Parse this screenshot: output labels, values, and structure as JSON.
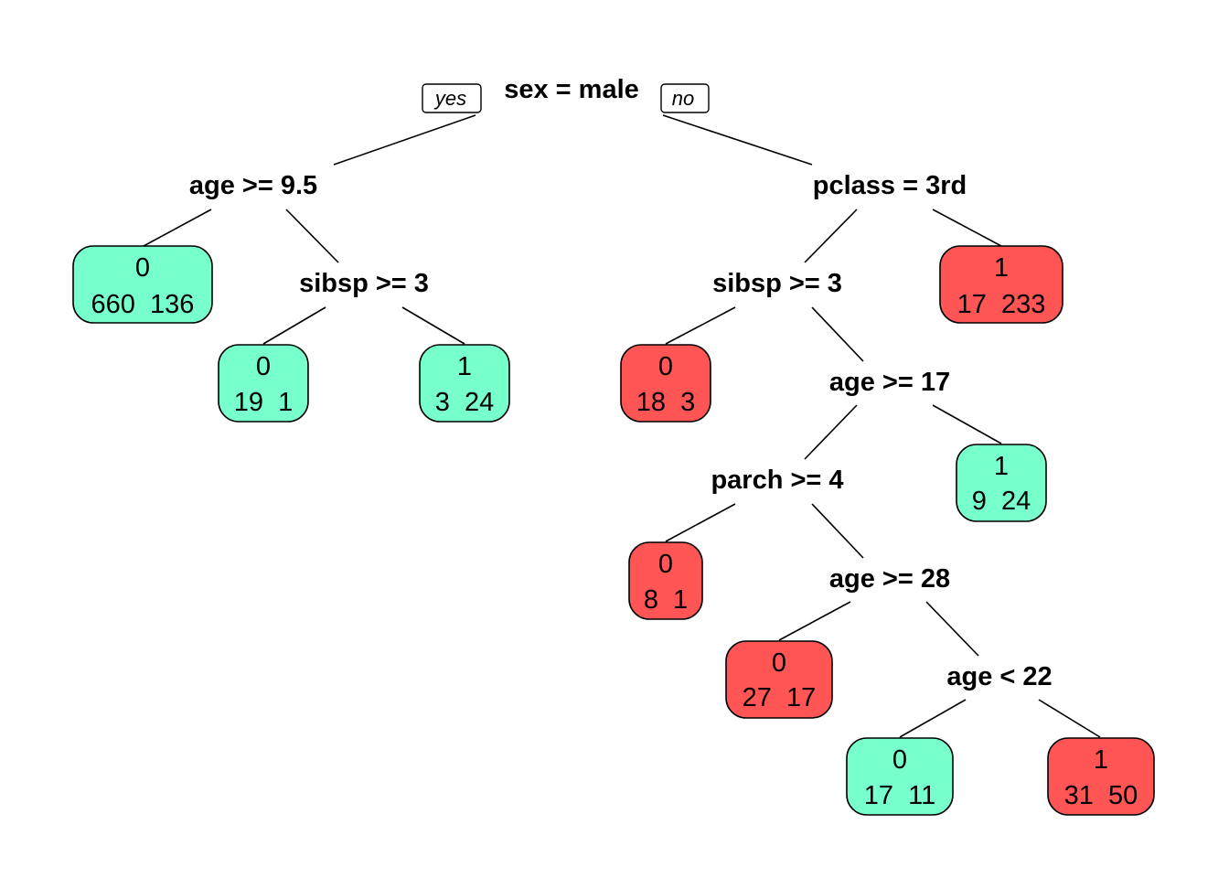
{
  "colors": {
    "class0": "#77FFCC",
    "class1": "#FF5555"
  },
  "edge_labels": {
    "yes": "yes",
    "no": "no"
  },
  "splits": [
    {
      "id": "sex",
      "label": "sex = male"
    },
    {
      "id": "age1",
      "label": "age >= 9.5"
    },
    {
      "id": "pclass",
      "label": "pclass = 3rd"
    },
    {
      "id": "sibsp1",
      "label": "sibsp >= 3"
    },
    {
      "id": "sibsp2",
      "label": "sibsp >= 3"
    },
    {
      "id": "age2",
      "label": "age >= 17"
    },
    {
      "id": "parch",
      "label": "parch >= 4"
    },
    {
      "id": "age3",
      "label": "age >= 28"
    },
    {
      "id": "age4",
      "label": "age < 22"
    }
  ],
  "leaves": [
    {
      "id": "L1",
      "class": "0",
      "counts": "660  136",
      "color_class": "class0"
    },
    {
      "id": "L2",
      "class": "0",
      "counts": "19  1",
      "color_class": "class0"
    },
    {
      "id": "L3",
      "class": "1",
      "counts": "3  24",
      "color_class": "class0"
    },
    {
      "id": "L4",
      "class": "0",
      "counts": "18  3",
      "color_class": "class1"
    },
    {
      "id": "L5",
      "class": "1",
      "counts": "17  233",
      "color_class": "class1"
    },
    {
      "id": "L6",
      "class": "1",
      "counts": "9  24",
      "color_class": "class0"
    },
    {
      "id": "L7",
      "class": "0",
      "counts": "8  1",
      "color_class": "class1"
    },
    {
      "id": "L8",
      "class": "0",
      "counts": "27  17",
      "color_class": "class1"
    },
    {
      "id": "L9",
      "class": "0",
      "counts": "17  11",
      "color_class": "class0"
    },
    {
      "id": "L10",
      "class": "1",
      "counts": "31  50",
      "color_class": "class1"
    }
  ]
}
